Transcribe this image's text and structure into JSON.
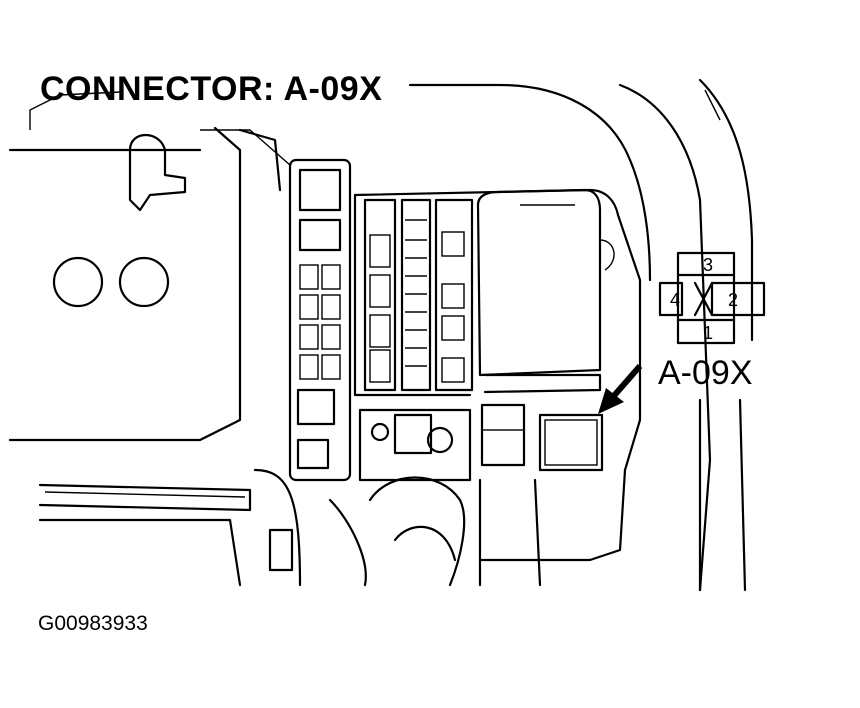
{
  "title": "CONNECTOR: A-09X",
  "connector_label": "A-09X",
  "figure_id": "G00983933",
  "pins": {
    "p1": "1",
    "p2": "2",
    "p3": "3",
    "p4": "4"
  },
  "colors": {
    "line": "#000000",
    "background": "#ffffff"
  }
}
